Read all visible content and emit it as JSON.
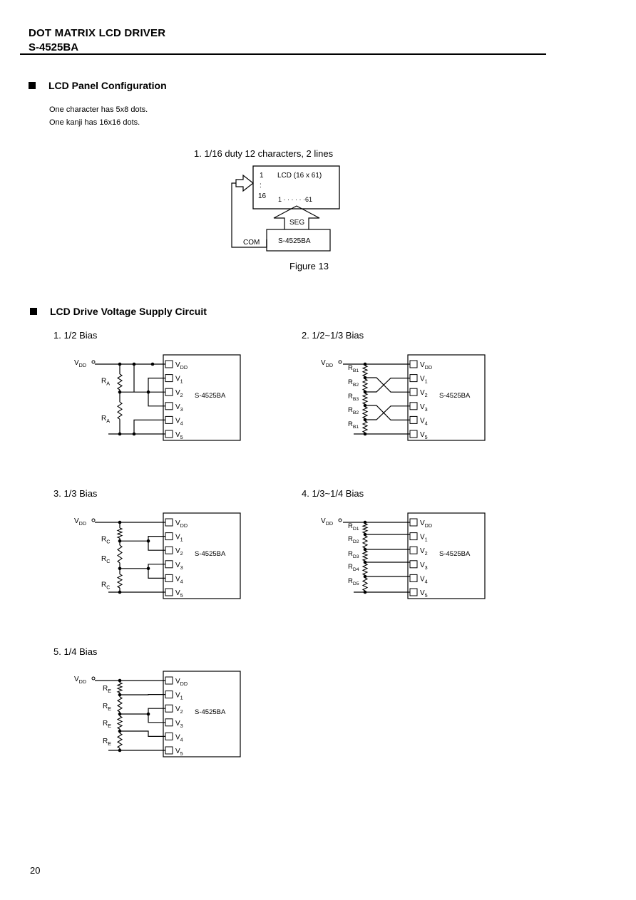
{
  "header": {
    "title": "DOT MATRIX LCD DRIVER",
    "model": "S-4525BA"
  },
  "panel_config": {
    "heading": "LCD Panel Configuration",
    "line1": "One character has 5x8 dots.",
    "line2": "One kanji has 16x16 dots.",
    "item1": "1.  1/16 duty  12 characters,   2 lines",
    "lcd_label": "LCD (16 x 61)",
    "row_first": "1",
    "row_colon": ":",
    "row_last": "16",
    "seg_range": "1 · · · · · ·61",
    "seg_label": "SEG",
    "com_label": "COM",
    "chip": "S-4525BA",
    "figure": "Figure 13"
  },
  "supply": {
    "heading": "LCD Drive Voltage Supply Circuit",
    "circuits": [
      {
        "title": "1.  1/2 Bias"
      },
      {
        "title": "2.  1/2~1/3 Bias"
      },
      {
        "title": "3.  1/3 Bias"
      },
      {
        "title": "4.  1/3~1/4 Bias"
      },
      {
        "title": "5.  1/4 Bias"
      }
    ],
    "vdd": "V",
    "vdd_sub": "DD",
    "chip": "S-4525BA",
    "pins": [
      {
        "main": "V",
        "sub": "DD"
      },
      {
        "main": "V",
        "sub": "1"
      },
      {
        "main": "V",
        "sub": "2"
      },
      {
        "main": "V",
        "sub": "3"
      },
      {
        "main": "V",
        "sub": "4"
      },
      {
        "main": "V",
        "sub": "5"
      }
    ],
    "r_a": {
      "main": "R",
      "sub": "A"
    },
    "r_c": {
      "main": "R",
      "sub": "C"
    },
    "r_e": {
      "main": "R",
      "sub": "E"
    },
    "r_b": [
      {
        "main": "R",
        "sub": "B1"
      },
      {
        "main": "R",
        "sub": "B2"
      },
      {
        "main": "R",
        "sub": "B3"
      },
      {
        "main": "R",
        "sub": "B2"
      },
      {
        "main": "R",
        "sub": "B1"
      }
    ],
    "r_d": [
      {
        "main": "R",
        "sub": "D1"
      },
      {
        "main": "R",
        "sub": "D2"
      },
      {
        "main": "R",
        "sub": "D3"
      },
      {
        "main": "R",
        "sub": "D4"
      },
      {
        "main": "R",
        "sub": "D5"
      }
    ]
  },
  "page_number": "20"
}
